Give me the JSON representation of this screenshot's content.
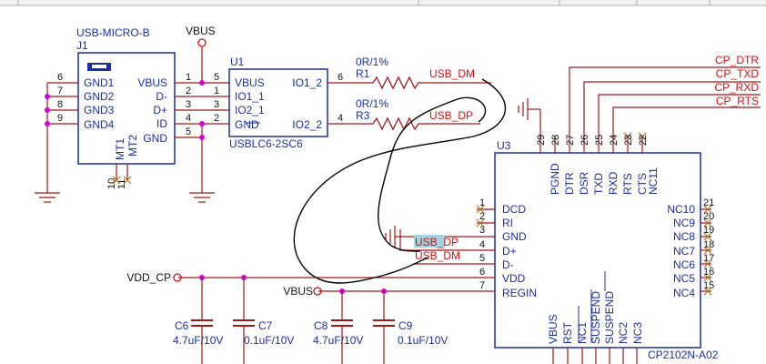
{
  "usb_connector": {
    "type_label": "USB-MICRO-B",
    "ref": "J1",
    "left_pins": [
      "GND1",
      "GND2",
      "GND3",
      "GND4"
    ],
    "left_pin_numbers": [
      "6",
      "7",
      "8",
      "9"
    ],
    "right_pins": [
      "VBUS",
      "D-",
      "D+",
      "ID",
      "GND"
    ],
    "right_pin_numbers": [
      "1",
      "2",
      "3",
      "4",
      "5"
    ],
    "mount_labels": [
      "MT1",
      "MT2"
    ],
    "mount_pin_numbers": [
      "10",
      "11"
    ]
  },
  "vbus_top": "VBUS",
  "esd": {
    "ref": "U1",
    "part": "USBLC6-2SC6",
    "left_pins": [
      "VBUS",
      "IO1_1",
      "IO2_1",
      "GND"
    ],
    "left_pin_numbers": [
      "5",
      "1",
      "3",
      "2"
    ],
    "right_pins": [
      "IO1_2",
      "IO2_2"
    ],
    "right_pin_numbers": [
      "6",
      "4"
    ]
  },
  "resistors": [
    {
      "ref": "R1",
      "value": "0R/1%",
      "net": "USB_DM"
    },
    {
      "ref": "R3",
      "value": "0R/1%",
      "net": "USB_DP"
    }
  ],
  "cp_nets": [
    "CP_DTR",
    "CP_TXD",
    "CP_RXD",
    "CP_RTS"
  ],
  "u3": {
    "ref": "U3",
    "part": "CP2102N-A02",
    "top_pins": [
      "PGND",
      "DTR",
      "DSR",
      "TXD",
      "RXD",
      "RTS",
      "CTS",
      "NC11"
    ],
    "top_pin_numbers": [
      "29",
      "28",
      "27",
      "26",
      "25",
      "24",
      "23",
      "22"
    ],
    "left_pins": [
      "DCD",
      "RI",
      "GND",
      "D+",
      "D-",
      "VDD",
      "REGIN"
    ],
    "left_pin_numbers": [
      "1",
      "2",
      "3",
      "4",
      "5",
      "6",
      "7"
    ],
    "right_pins": [
      "NC10",
      "NC9",
      "NC8",
      "NC7",
      "NC6",
      "NC5",
      "NC4"
    ],
    "right_pin_numbers": [
      "21",
      "20",
      "19",
      "18",
      "17",
      "16",
      "15"
    ],
    "bottom_pins": [
      "VBUS",
      "RST",
      "NC1",
      "SUSPEND",
      "SUSPEND",
      "NC2",
      "NC3"
    ]
  },
  "nets": {
    "usb_dp_highlighted": "USB_DP",
    "usb_dm": "USB_DM",
    "vdd_cp": "VDD_CP",
    "vbus": "VBUS"
  },
  "capacitors": [
    {
      "ref": "C6",
      "value": "4.7uF/10V"
    },
    {
      "ref": "C7",
      "value": "0.1uF/10V"
    },
    {
      "ref": "C8",
      "value": "4.7uF/10V"
    },
    {
      "ref": "C9",
      "value": "0.1uF/10V"
    }
  ],
  "colors": {
    "wire": "#a01818",
    "component": "#1a2fa0",
    "junction": "#d600d6",
    "net_label": "#d01010",
    "nc_mark": "#b07020",
    "highlight": "#9fd3e0"
  }
}
